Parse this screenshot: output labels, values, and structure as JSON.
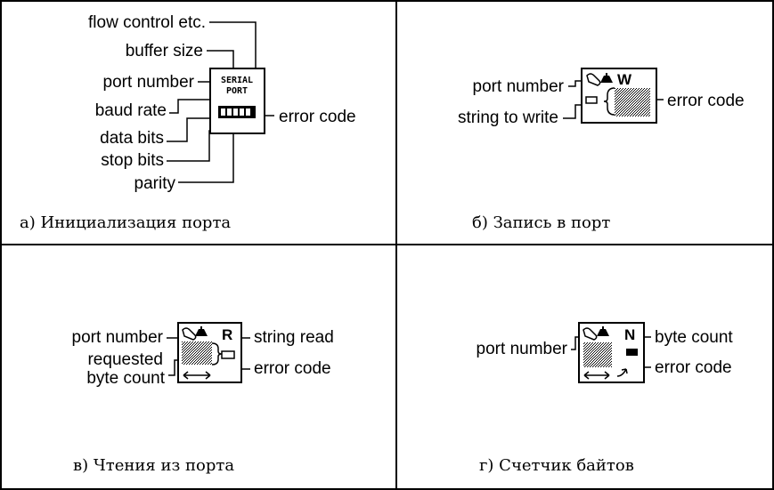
{
  "panel_a": {
    "inputs": {
      "flow_control": "flow control etc.",
      "buffer_size": "buffer size",
      "port_number": "port number",
      "baud_rate": "baud rate",
      "data_bits": "data bits",
      "stop_bits": "stop bits",
      "parity": "parity"
    },
    "icon_line1": "SERIAL",
    "icon_line2": "PORT",
    "output": "error code",
    "caption": "а) Инициализация порта"
  },
  "panel_b": {
    "inputs": {
      "port_number": "port number",
      "string_to_write": "string to write"
    },
    "icon_letter": "W",
    "output": "error code",
    "caption": "б) Запись в порт"
  },
  "panel_c": {
    "inputs": {
      "port_number": "port number",
      "requested_1": "requested",
      "requested_2": "byte count"
    },
    "icon_letter": "R",
    "outputs": {
      "string_read": "string read",
      "error_code": "error code"
    },
    "caption": "в) Чтения из порта"
  },
  "panel_d": {
    "inputs": {
      "port_number": "port number"
    },
    "icon_letter": "N",
    "outputs": {
      "byte_count": "byte count",
      "error_code": "error code"
    },
    "caption": "г) Счетчик байтов"
  }
}
